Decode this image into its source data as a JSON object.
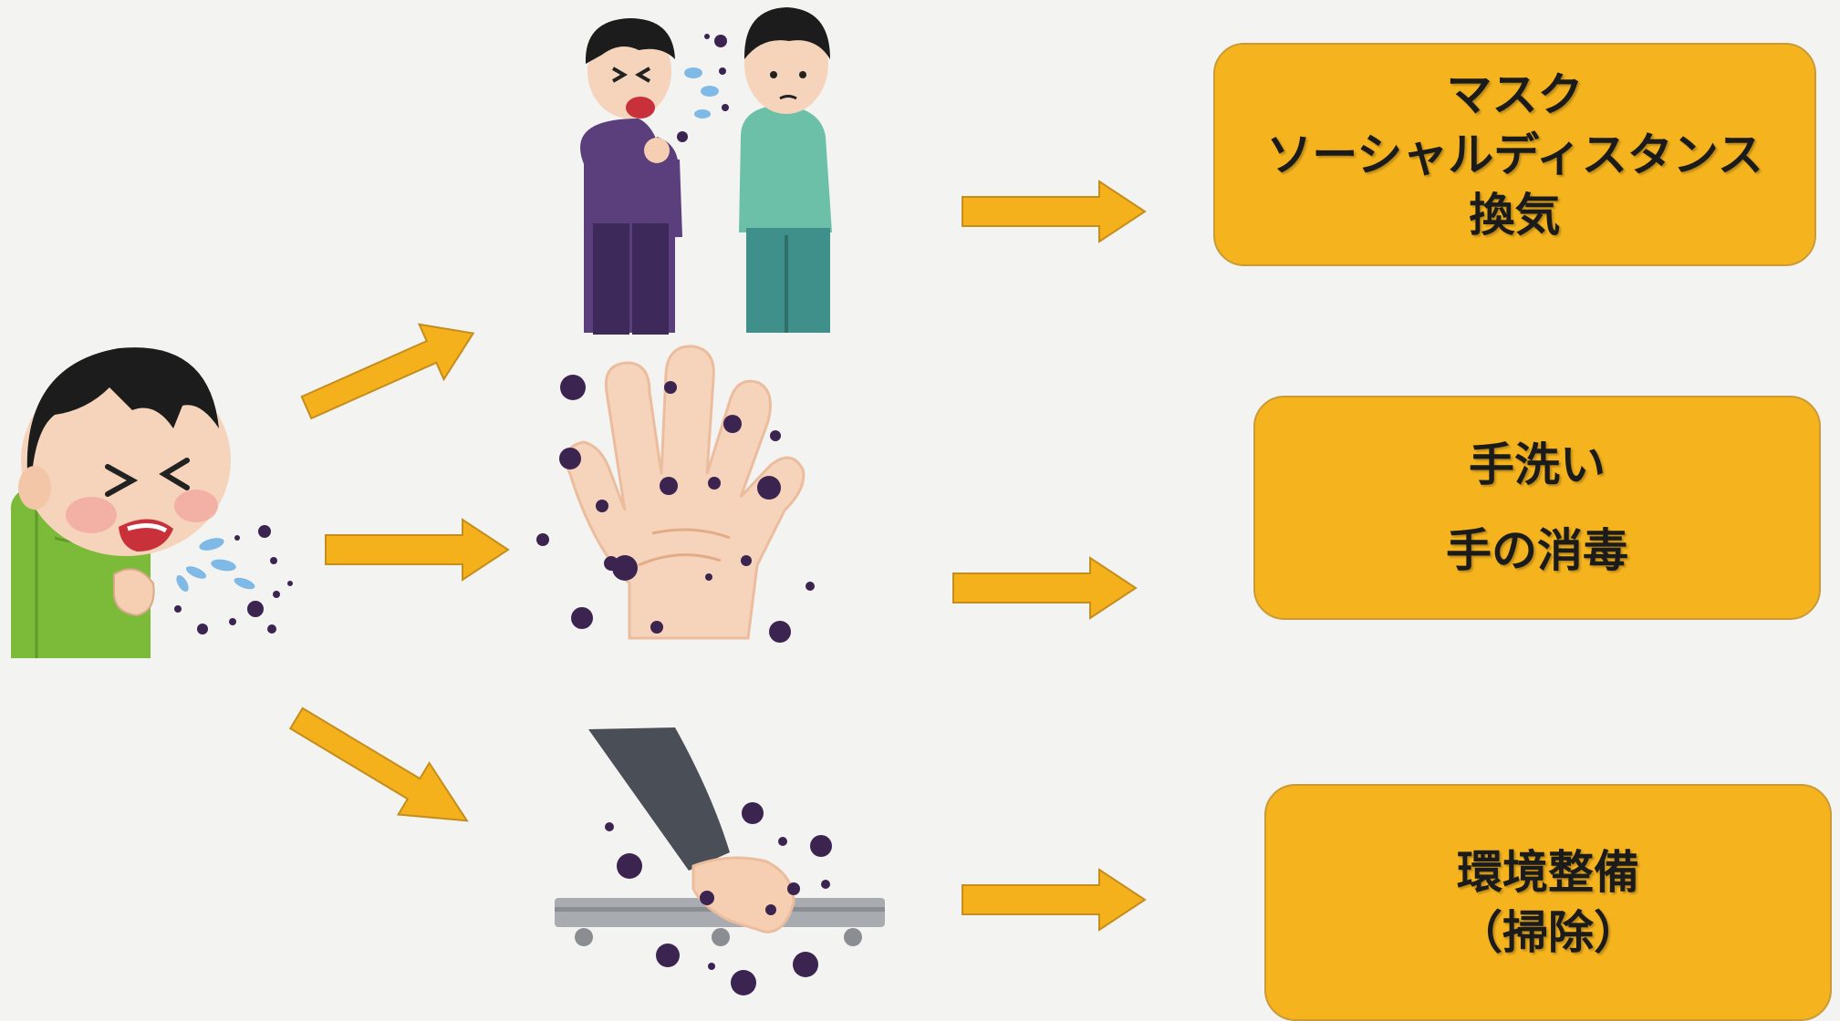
{
  "colors": {
    "background": "#f3f3f1",
    "accent": "#f5b41e",
    "arrow": "#f5b11c",
    "arrow_border": "#c48d1c"
  },
  "sources": {
    "sick_person": "coughing-boy-illustration",
    "droplet": "people-coughing-near-person-illustration",
    "contact": "hand-with-germs-illustration",
    "surface": "hand-on-handrail-with-germs-illustration"
  },
  "measures": [
    {
      "lines": [
        "マスク",
        "ソーシャルディスタンス",
        "換気"
      ]
    },
    {
      "lines": [
        "手洗い",
        "手の消毒"
      ]
    },
    {
      "lines": [
        "環境整備",
        "（掃除）"
      ]
    }
  ]
}
